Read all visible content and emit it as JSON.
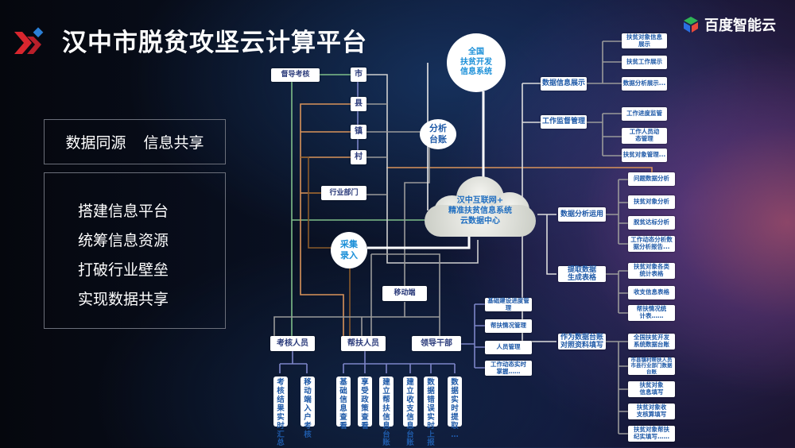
{
  "header": {
    "title": "汉中市脱贫攻坚云计算平台",
    "brand": "百度智能云",
    "brand_icon": "baidu-cloud-hexagon-icon",
    "logo_icon": "double-chevron-logo-icon"
  },
  "left_panel": {
    "slogan_left": "数据同源",
    "slogan_right": "信息共享",
    "points": [
      "搭建信息平台",
      "统筹信息资源",
      "打破行业壁垒",
      "实现数据共享"
    ]
  },
  "diagram": {
    "supervision": "督导考核",
    "levels": [
      "市",
      "县",
      "镇",
      "村"
    ],
    "industry_dept": "行业部门",
    "national_system": [
      "全国",
      "扶贫开发",
      "信息系统"
    ],
    "analysis_ledger": [
      "分析",
      "台账"
    ],
    "collect_input": [
      "采集",
      "录入"
    ],
    "cloud_center": [
      "汉中互联网+",
      "精准扶贫信息系统",
      "云数据中心"
    ],
    "mobile": "移动端",
    "roles": [
      "考核人员",
      "帮扶人员",
      "领导干部"
    ],
    "assessor_functions": [
      "考核结果实时汇总",
      "移动端入户考核"
    ],
    "helper_functions": [
      "基础信息查看",
      "享受政策查看",
      "建立帮扶信息台账",
      "建立收支信息台账",
      "数据错误实时上报",
      "数据实时提取……"
    ],
    "leader_functions": [
      "基础建设进度管理",
      "帮扶情况管理",
      "人员管理",
      "工作动态实时掌握……"
    ],
    "right_groups": [
      {
        "label": "数据信息展示",
        "items": [
          "扶贫对象信息展示",
          "扶贫工作展示",
          "数据分析展示..."
        ]
      },
      {
        "label": "工作监督管理",
        "items": [
          "工作进度监管",
          "工作人员动态管理",
          "扶贫对象管理..."
        ]
      },
      {
        "label": "数据分析运用",
        "items": [
          "问题数据分析",
          "扶贫对象分析",
          "脱贫达标分析",
          "工作动态分析数据分析报告..."
        ]
      },
      {
        "label": "提取数据生成表格",
        "items": [
          "扶贫对象各类统计表格",
          "收支信息表格",
          "帮扶情况统计表……"
        ]
      },
      {
        "label": "作为数据台账对照资料填写",
        "items": [
          "全国扶贫开发系统数据台账",
          "市县镇村帮扶人员市县行业部门数据台账",
          "扶贫对象信息填写",
          "扶贫对象收支核算填写",
          "扶贫对象帮扶纪实填写……"
        ]
      }
    ]
  },
  "colors": {
    "box_text": "#1f5aa8",
    "circle_text": "#1a8fd8",
    "orange_line": "#d9935a",
    "green_line": "#7fbf8a",
    "gray_line": "#9a9a9a",
    "blue_line": "#7d85c8"
  }
}
